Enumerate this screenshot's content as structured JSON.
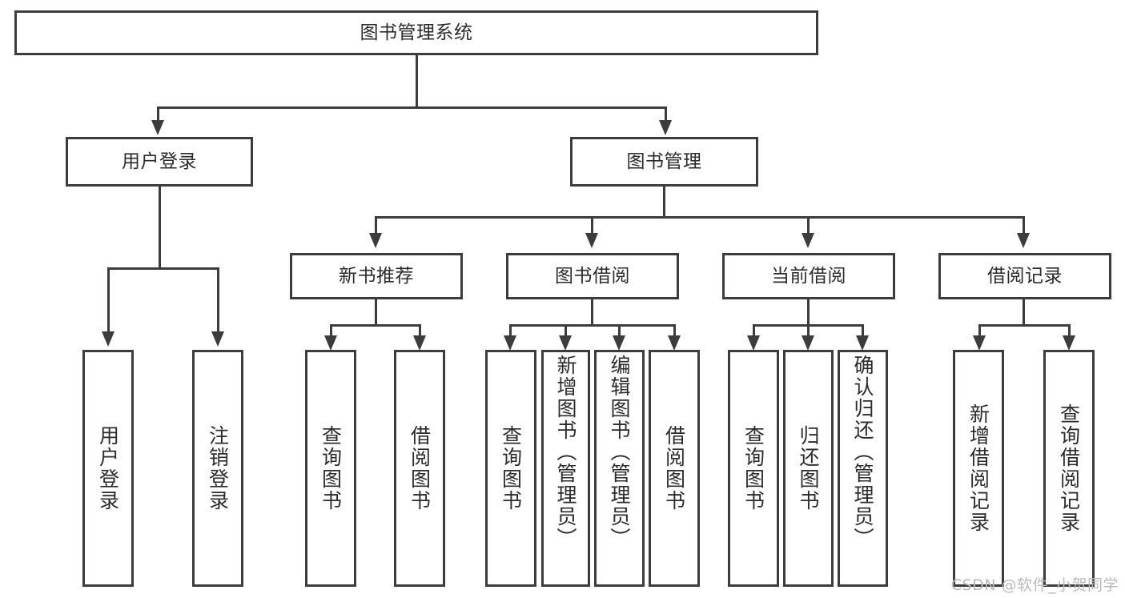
{
  "diagram": {
    "title": "图书管理系统",
    "type": "tree-hierarchy",
    "root": {
      "label": "图书管理系统"
    },
    "level2": [
      {
        "label": "用户登录"
      },
      {
        "label": "图书管理"
      }
    ],
    "level3": [
      {
        "label": "新书推荐"
      },
      {
        "label": "图书借阅"
      },
      {
        "label": "当前借阅"
      },
      {
        "label": "借阅记录"
      }
    ],
    "leaves": {
      "user_login": [
        {
          "label": "用户登录"
        },
        {
          "label": "注销登录"
        }
      ],
      "new_book_recommend": [
        {
          "label": "查询图书"
        },
        {
          "label": "借阅图书"
        }
      ],
      "book_borrow": [
        {
          "label": "查询图书"
        },
        {
          "label": "新增图书（管理员）"
        },
        {
          "label": "编辑图书（管理员）"
        },
        {
          "label": "借阅图书"
        }
      ],
      "current_borrow": [
        {
          "label": "查询图书"
        },
        {
          "label": "归还图书"
        },
        {
          "label": "确认归还（管理员）"
        }
      ],
      "borrow_record": [
        {
          "label": "新增借阅记录"
        },
        {
          "label": "查询借阅记录"
        }
      ]
    }
  },
  "watermark": {
    "text": "CSDN @软件_小贺同学"
  },
  "colors": {
    "stroke": "#3c3c3c",
    "text": "#2b2b2b",
    "background": "#ffffff",
    "watermark": "#b9b9b9"
  }
}
